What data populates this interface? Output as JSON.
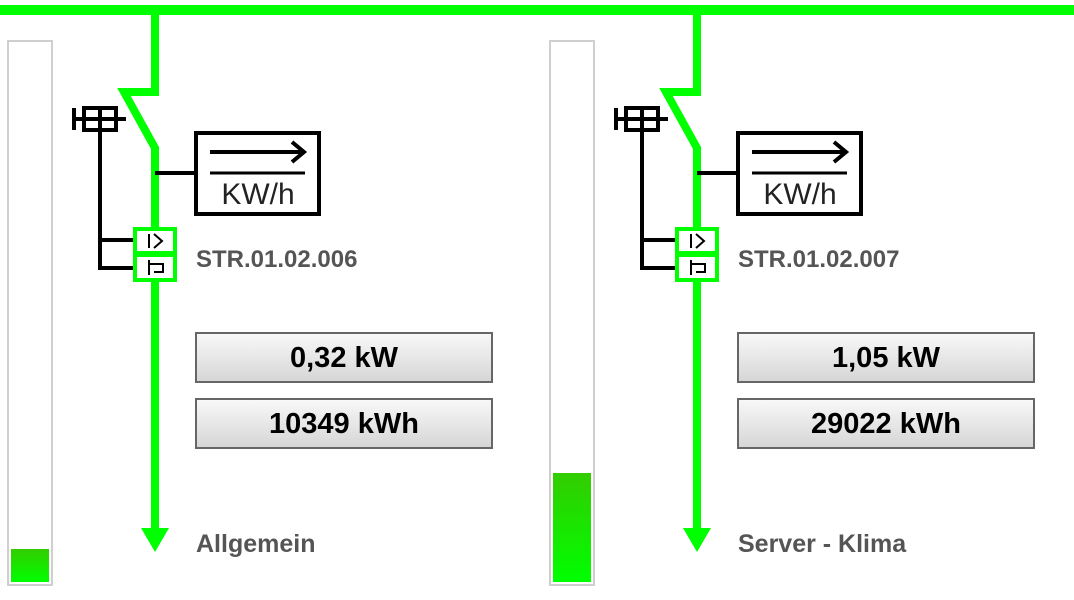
{
  "colors": {
    "line": "#00ff00",
    "text": "#555555"
  },
  "meter_label": "KW/h",
  "panels": [
    {
      "id": "STR.01.02.006",
      "power": "0,32 kW",
      "energy": "10349 kWh",
      "name": "Allgemein",
      "level_percent": 6.5
    },
    {
      "id": "STR.01.02.007",
      "power": "1,05 kW",
      "energy": "29022 kWh",
      "name": "Server - Klima",
      "level_percent": 20.5
    }
  ]
}
